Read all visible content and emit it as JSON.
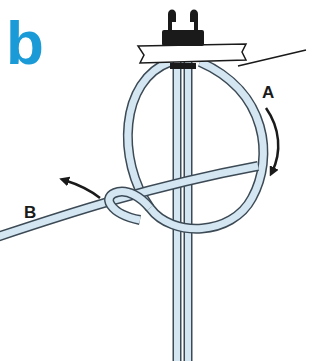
{
  "diagram": {
    "labels": [
      "b",
      "A",
      "B"
    ]
  }
}
